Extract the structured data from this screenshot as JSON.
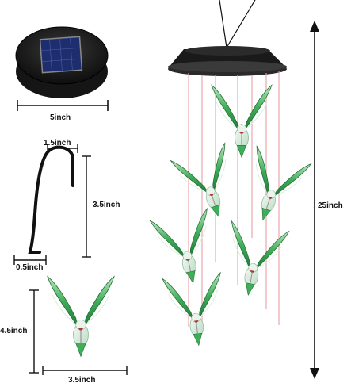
{
  "dimensions": {
    "solar_width": "5inch",
    "hook_width": "1.5inch",
    "hook_height": "3.5inch",
    "hook_bottom": "0.5inch",
    "bird_height": "4.5inch",
    "bird_width": "3.5inch",
    "total_height": "25inch"
  },
  "colors": {
    "wing_green": "#2f9a4a",
    "wing_light": "#8fd39a",
    "body_clear": "#dfeee4",
    "head_red": "#b0323a",
    "panel_dark": "#1c1c1c",
    "string_pink": "#e8a0a8"
  }
}
